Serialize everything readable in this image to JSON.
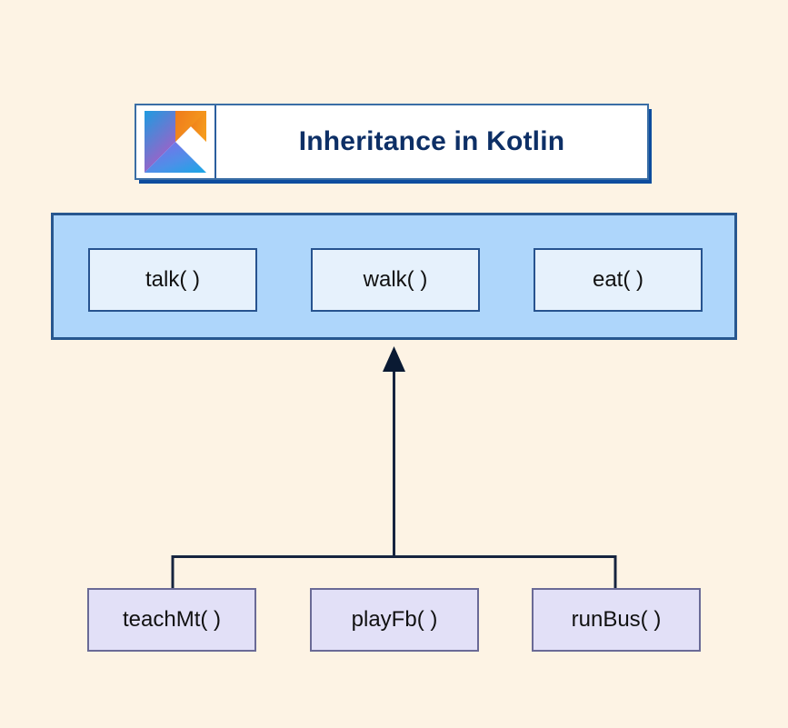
{
  "page": {
    "background_color": "#FDF3E4",
    "diagram_type": "class-inheritance"
  },
  "title_bar": {
    "logo_icon": "kotlin-logo-icon",
    "title": "Inheritance in Kotlin",
    "text_color": "#0D2F66",
    "background_color": "#FFFFFF",
    "border_color": "#3A6EA5",
    "shadow_color": "#0D4C9E"
  },
  "parent_class": {
    "name": "parent-class-container",
    "background_color": "#AED6FB",
    "border_color": "#27578F",
    "methods": [
      {
        "label": "talk( )"
      },
      {
        "label": "walk( )"
      },
      {
        "label": "eat( )"
      }
    ]
  },
  "child_classes": {
    "name": "child-class-row",
    "background_color": "#E2E0F7",
    "border_color": "#6A6A96",
    "methods": [
      {
        "label": "teachMt( )"
      },
      {
        "label": "playFb( )"
      },
      {
        "label": "runBus( )"
      }
    ]
  },
  "connector": {
    "name": "inheritance-arrow",
    "color": "#16243F",
    "arrow_direction": "up",
    "description": "children point up to parent"
  }
}
